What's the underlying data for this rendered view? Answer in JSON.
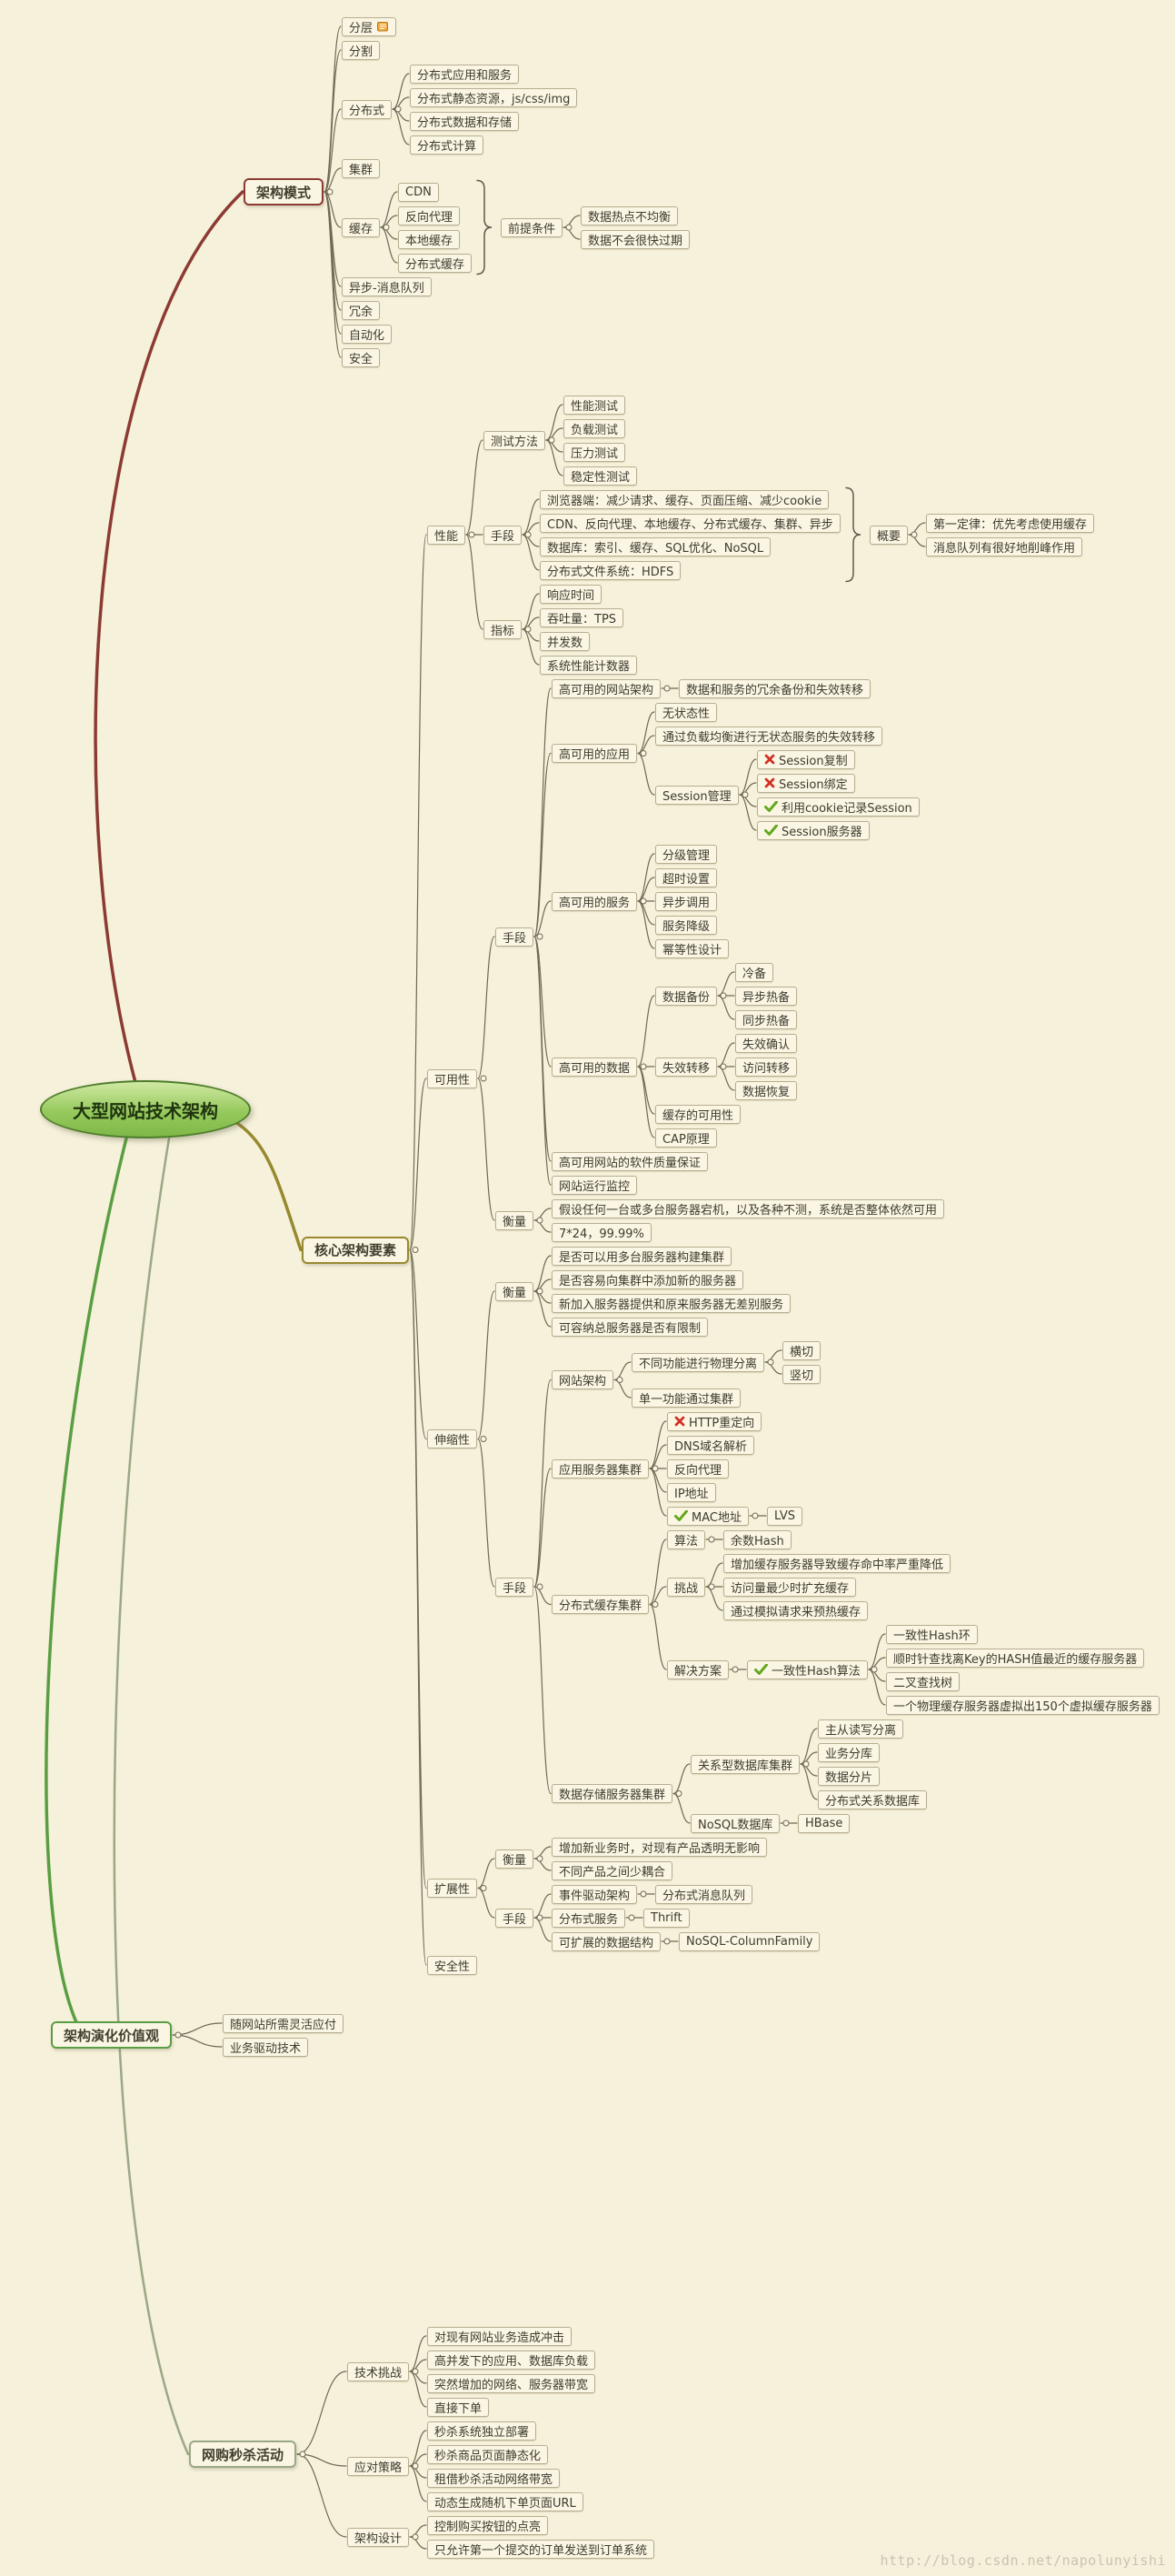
{
  "page": {
    "background_color": "#f6f1da",
    "watermark": "http://blog.csdn.net/napolunyishi"
  },
  "colors": {
    "connector": "#6f6954",
    "brace": "#5f5a48",
    "node_fill": "#fbf6e3",
    "node_border": "#b6ae90",
    "check": "#64a81f",
    "cross": "#d12f23",
    "central_border": "#4f7d2b"
  },
  "mindmap": {
    "central": {
      "label": "大型网站技术架构",
      "children": [
        {
          "label": "架构模式",
          "branch_color": "#8c3a34",
          "children": [
            {
              "label": "分层",
              "icon": "notebook"
            },
            {
              "label": "分割"
            },
            {
              "label": "分布式",
              "children": [
                {
                  "label": "分布式应用和服务"
                },
                {
                  "label": "分布式静态资源，js/css/img"
                },
                {
                  "label": "分布式数据和存储"
                },
                {
                  "label": "分布式计算"
                }
              ]
            },
            {
              "label": "集群"
            },
            {
              "label": "缓存",
              "children": [
                {
                  "label": "CDN"
                },
                {
                  "label": "反向代理"
                },
                {
                  "label": "本地缓存"
                },
                {
                  "label": "分布式缓存"
                },
                {
                  "label": "前提条件",
                  "brace": true,
                  "children": [
                    {
                      "label": "数据热点不均衡"
                    },
                    {
                      "label": "数据不会很快过期"
                    }
                  ]
                }
              ]
            },
            {
              "label": "异步-消息队列"
            },
            {
              "label": "冗余"
            },
            {
              "label": "自动化"
            },
            {
              "label": "安全"
            }
          ]
        },
        {
          "label": "核心架构要素",
          "branch_color": "#97892f",
          "children": [
            {
              "label": "性能",
              "children": [
                {
                  "label": "测试方法",
                  "children": [
                    {
                      "label": "性能测试"
                    },
                    {
                      "label": "负载测试"
                    },
                    {
                      "label": "压力测试"
                    },
                    {
                      "label": "稳定性测试"
                    }
                  ]
                },
                {
                  "label": "手段",
                  "children": [
                    {
                      "label": "浏览器端：减少请求、缓存、页面压缩、减少cookie"
                    },
                    {
                      "label": "CDN、反向代理、本地缓存、分布式缓存、集群、异步"
                    },
                    {
                      "label": "数据库：索引、缓存、SQL优化、NoSQL"
                    },
                    {
                      "label": "分布式文件系统：HDFS"
                    },
                    {
                      "label": "概要",
                      "brace": true,
                      "children": [
                        {
                          "label": "第一定律：优先考虑使用缓存"
                        },
                        {
                          "label": "消息队列有很好地削峰作用"
                        }
                      ]
                    }
                  ]
                },
                {
                  "label": "指标",
                  "children": [
                    {
                      "label": "响应时间"
                    },
                    {
                      "label": "吞吐量：TPS"
                    },
                    {
                      "label": "并发数"
                    },
                    {
                      "label": "系统性能计数器"
                    }
                  ]
                }
              ]
            },
            {
              "label": "可用性",
              "children": [
                {
                  "label": "手段",
                  "children": [
                    {
                      "label": "高可用的网站架构",
                      "children": [
                        {
                          "label": "数据和服务的冗余备份和失效转移"
                        }
                      ]
                    },
                    {
                      "label": "高可用的应用",
                      "children": [
                        {
                          "label": "无状态性"
                        },
                        {
                          "label": "通过负载均衡进行无状态服务的失效转移"
                        },
                        {
                          "label": "Session管理",
                          "children": [
                            {
                              "label": "Session复制",
                              "marker": "cross"
                            },
                            {
                              "label": "Session绑定",
                              "marker": "cross"
                            },
                            {
                              "label": "利用cookie记录Session",
                              "marker": "check"
                            },
                            {
                              "label": "Session服务器",
                              "marker": "check"
                            }
                          ]
                        }
                      ]
                    },
                    {
                      "label": "高可用的服务",
                      "children": [
                        {
                          "label": "分级管理"
                        },
                        {
                          "label": "超时设置"
                        },
                        {
                          "label": "异步调用"
                        },
                        {
                          "label": "服务降级"
                        },
                        {
                          "label": "幂等性设计"
                        }
                      ]
                    },
                    {
                      "label": "高可用的数据",
                      "children": [
                        {
                          "label": "数据备份",
                          "children": [
                            {
                              "label": "冷备"
                            },
                            {
                              "label": "异步热备"
                            },
                            {
                              "label": "同步热备"
                            }
                          ]
                        },
                        {
                          "label": "失效转移",
                          "children": [
                            {
                              "label": "失效确认"
                            },
                            {
                              "label": "访问转移"
                            },
                            {
                              "label": "数据恢复"
                            }
                          ]
                        },
                        {
                          "label": "缓存的可用性"
                        },
                        {
                          "label": "CAP原理"
                        }
                      ]
                    },
                    {
                      "label": "高可用网站的软件质量保证"
                    },
                    {
                      "label": "网站运行监控"
                    }
                  ]
                },
                {
                  "label": "衡量",
                  "children": [
                    {
                      "label": "假设任何一台或多台服务器宕机，以及各种不测，系统是否整体依然可用"
                    },
                    {
                      "label": "7*24，99.99%"
                    }
                  ]
                }
              ]
            },
            {
              "label": "伸缩性",
              "children": [
                {
                  "label": "衡量",
                  "children": [
                    {
                      "label": "是否可以用多台服务器构建集群"
                    },
                    {
                      "label": "是否容易向集群中添加新的服务器"
                    },
                    {
                      "label": "新加入服务器提供和原来服务器无差别服务"
                    },
                    {
                      "label": "可容纳总服务器是否有限制"
                    }
                  ]
                },
                {
                  "label": "手段",
                  "children": [
                    {
                      "label": "网站架构",
                      "children": [
                        {
                          "label": "不同功能进行物理分离",
                          "children": [
                            {
                              "label": "横切"
                            },
                            {
                              "label": "竖切"
                            }
                          ]
                        },
                        {
                          "label": "单一功能通过集群"
                        }
                      ]
                    },
                    {
                      "label": "应用服务器集群",
                      "children": [
                        {
                          "label": "HTTP重定向",
                          "marker": "cross"
                        },
                        {
                          "label": "DNS域名解析"
                        },
                        {
                          "label": "反向代理"
                        },
                        {
                          "label": "IP地址"
                        },
                        {
                          "label": "MAC地址",
                          "marker": "check",
                          "children": [
                            {
                              "label": "LVS"
                            }
                          ]
                        }
                      ]
                    },
                    {
                      "label": "分布式缓存集群",
                      "children": [
                        {
                          "label": "算法",
                          "children": [
                            {
                              "label": "余数Hash"
                            }
                          ]
                        },
                        {
                          "label": "挑战",
                          "children": [
                            {
                              "label": "增加缓存服务器导致缓存命中率严重降低"
                            },
                            {
                              "label": "访问量最少时扩充缓存"
                            },
                            {
                              "label": "通过模拟请求来预热缓存"
                            }
                          ]
                        },
                        {
                          "label": "解决方案",
                          "children": [
                            {
                              "label": "一致性Hash算法",
                              "marker": "check",
                              "children": [
                                {
                                  "label": "一致性Hash环"
                                },
                                {
                                  "label": "顺时针查找离Key的HASH值最近的缓存服务器"
                                },
                                {
                                  "label": "二叉查找树"
                                },
                                {
                                  "label": "一个物理缓存服务器虚拟出150个虚拟缓存服务器"
                                }
                              ]
                            }
                          ]
                        }
                      ]
                    },
                    {
                      "label": "数据存储服务器集群",
                      "children": [
                        {
                          "label": "关系型数据库集群",
                          "children": [
                            {
                              "label": "主从读写分离"
                            },
                            {
                              "label": "业务分库"
                            },
                            {
                              "label": "数据分片"
                            },
                            {
                              "label": "分布式关系数据库"
                            }
                          ]
                        },
                        {
                          "label": "NoSQL数据库",
                          "children": [
                            {
                              "label": "HBase"
                            }
                          ]
                        }
                      ]
                    }
                  ]
                }
              ]
            },
            {
              "label": "扩展性",
              "children": [
                {
                  "label": "衡量",
                  "children": [
                    {
                      "label": "增加新业务时，对现有产品透明无影响"
                    },
                    {
                      "label": "不同产品之间少耦合"
                    }
                  ]
                },
                {
                  "label": "手段",
                  "children": [
                    {
                      "label": "事件驱动架构",
                      "children": [
                        {
                          "label": "分布式消息队列"
                        }
                      ]
                    },
                    {
                      "label": "分布式服务",
                      "children": [
                        {
                          "label": "Thrift"
                        }
                      ]
                    },
                    {
                      "label": "可扩展的数据结构",
                      "children": [
                        {
                          "label": "NoSQL-ColumnFamily"
                        }
                      ]
                    }
                  ]
                }
              ]
            },
            {
              "label": "安全性"
            }
          ]
        },
        {
          "label": "架构演化价值观",
          "branch_color": "#5a9e43",
          "children": [
            {
              "label": "随网站所需灵活应付"
            },
            {
              "label": "业务驱动技术"
            }
          ]
        },
        {
          "label": "网购秒杀活动",
          "branch_color": "#9aa886",
          "children": [
            {
              "label": "技术挑战",
              "children": [
                {
                  "label": "对现有网站业务造成冲击"
                },
                {
                  "label": "高并发下的应用、数据库负载"
                },
                {
                  "label": "突然增加的网络、服务器带宽"
                },
                {
                  "label": "直接下单"
                }
              ]
            },
            {
              "label": "应对策略",
              "children": [
                {
                  "label": "秒杀系统独立部署"
                },
                {
                  "label": "秒杀商品页面静态化"
                },
                {
                  "label": "租借秒杀活动网络带宽"
                },
                {
                  "label": "动态生成随机下单页面URL"
                }
              ]
            },
            {
              "label": "架构设计",
              "children": [
                {
                  "label": "控制购买按钮的点亮"
                },
                {
                  "label": "只允许第一个提交的订单发送到订单系统"
                }
              ]
            }
          ]
        }
      ]
    }
  }
}
